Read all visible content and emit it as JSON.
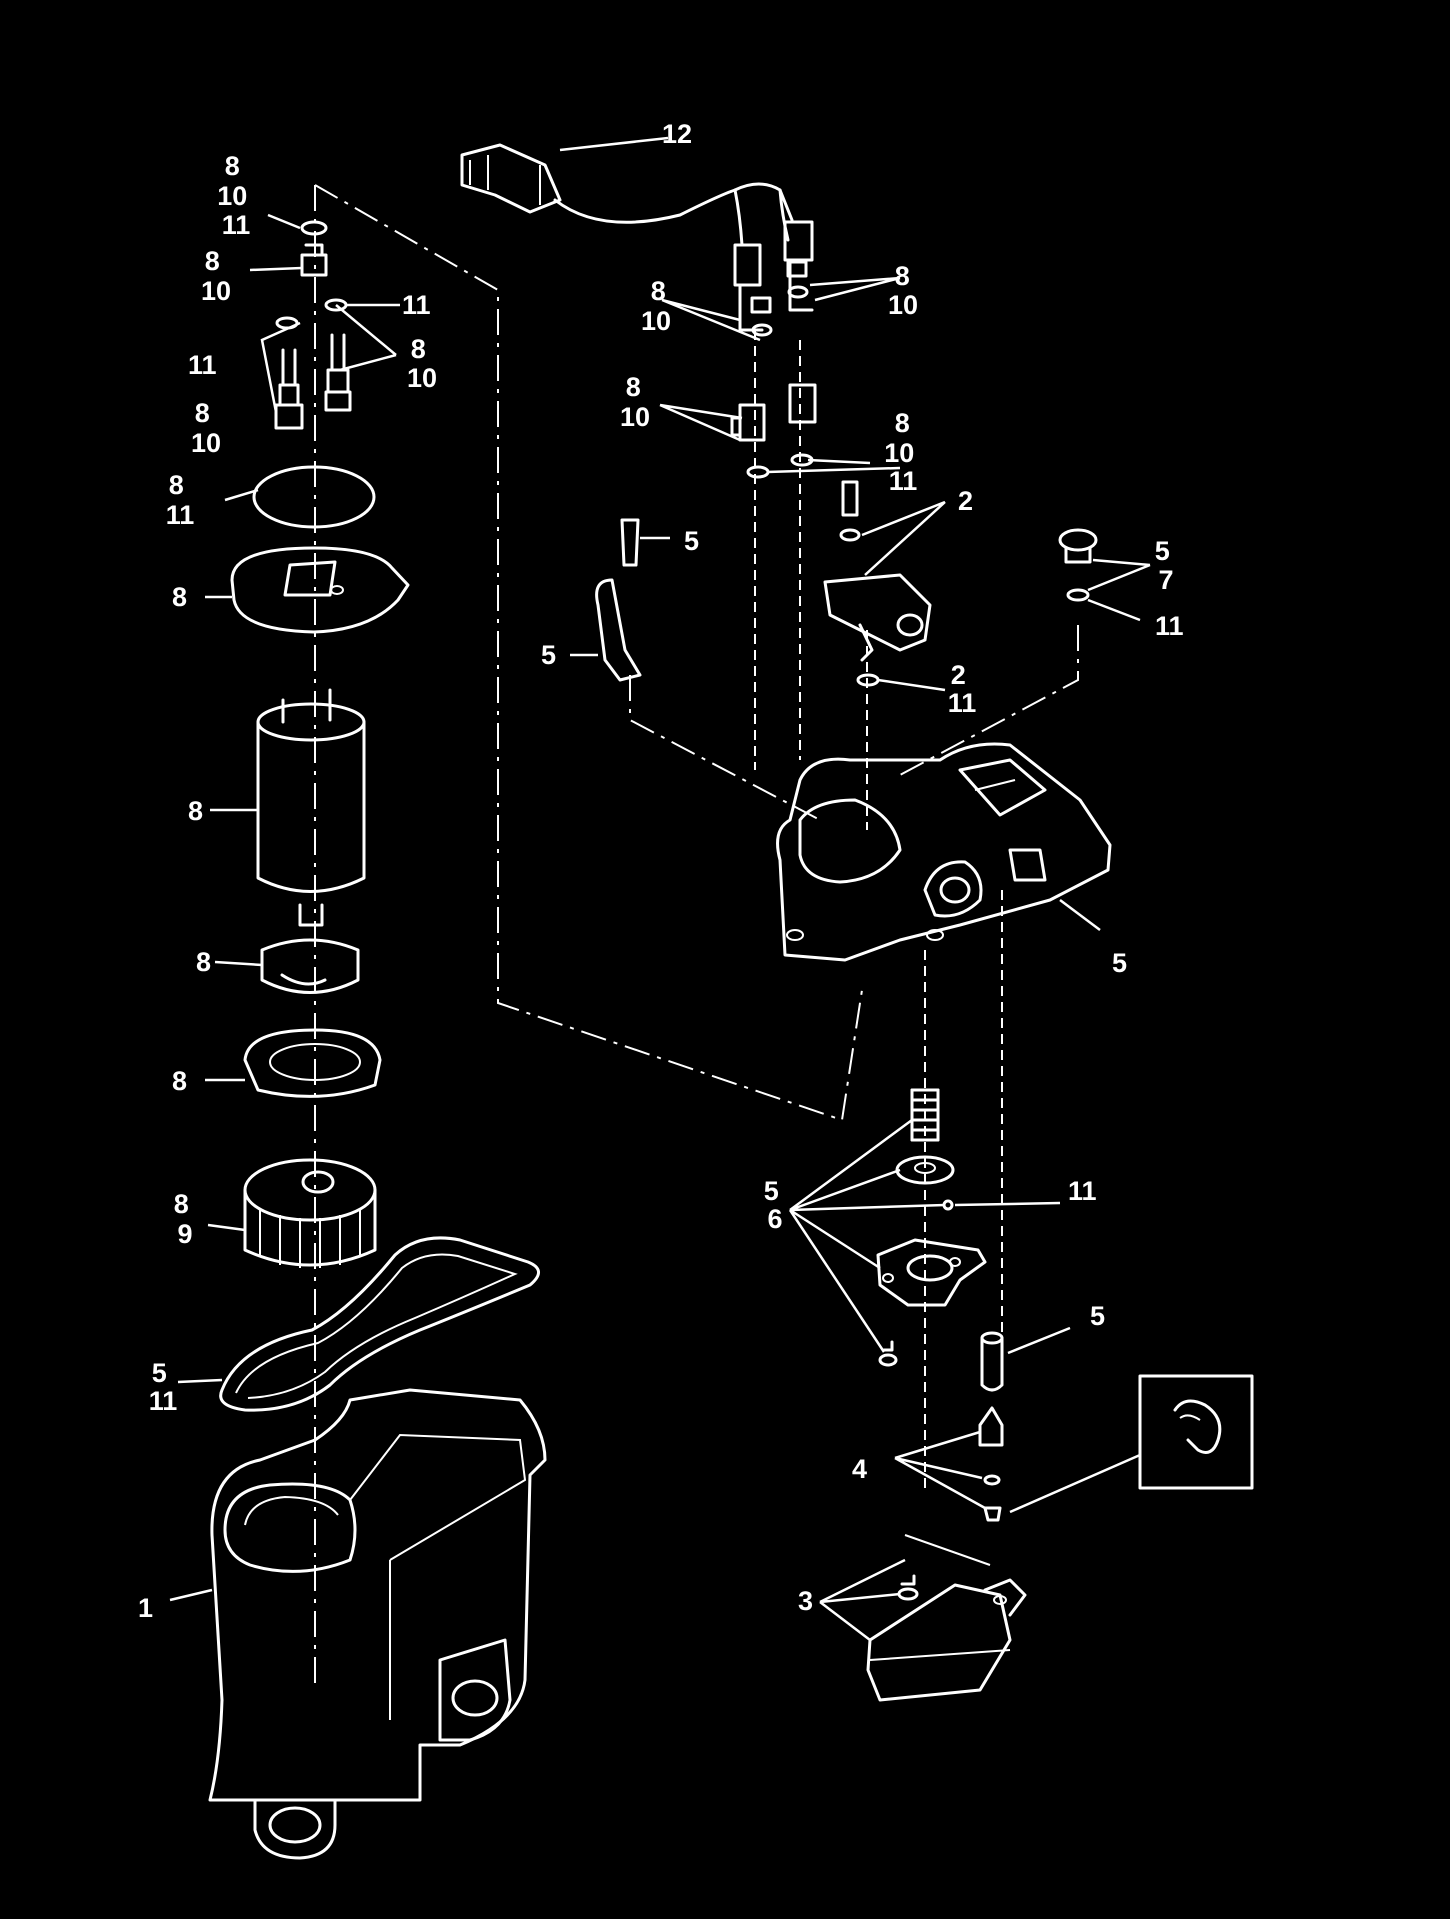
{
  "callouts": [
    {
      "id": "c-12",
      "text": "12"
    },
    {
      "id": "c-8-10-11-a",
      "lines": [
        "8",
        "10",
        "11"
      ]
    },
    {
      "id": "c-8-10-a",
      "lines": [
        "8",
        "10"
      ]
    },
    {
      "id": "c-11-a",
      "lines": [
        "11"
      ]
    },
    {
      "id": "c-11-b",
      "lines": [
        "11"
      ]
    },
    {
      "id": "c-8-10-b",
      "lines": [
        "8",
        "10"
      ]
    },
    {
      "id": "c-8-10-c",
      "lines": [
        "8",
        "10"
      ]
    },
    {
      "id": "c-8-11",
      "lines": [
        "8",
        "11"
      ]
    },
    {
      "id": "c-8-a",
      "lines": [
        "8"
      ]
    },
    {
      "id": "c-8-b",
      "lines": [
        "8"
      ]
    },
    {
      "id": "c-8-c",
      "lines": [
        "8"
      ]
    },
    {
      "id": "c-8-d",
      "lines": [
        "8"
      ]
    },
    {
      "id": "c-8-9",
      "lines": [
        "8",
        "9"
      ]
    },
    {
      "id": "c-5-11",
      "lines": [
        "5",
        "11"
      ]
    },
    {
      "id": "c-1",
      "lines": [
        "1"
      ]
    },
    {
      "id": "c-8-10-d",
      "lines": [
        "8",
        "10"
      ]
    },
    {
      "id": "c-8-10-e",
      "lines": [
        "8",
        "10"
      ]
    },
    {
      "id": "c-8-10-f",
      "lines": [
        "8",
        "10"
      ]
    },
    {
      "id": "c-8-10-11-b",
      "lines": [
        "8",
        "10",
        "11"
      ]
    },
    {
      "id": "c-2-a",
      "lines": [
        "2"
      ]
    },
    {
      "id": "c-5-a",
      "lines": [
        "5"
      ]
    },
    {
      "id": "c-5-7",
      "lines": [
        "5",
        "7"
      ]
    },
    {
      "id": "c-11-c",
      "lines": [
        "11"
      ]
    },
    {
      "id": "c-5-b",
      "lines": [
        "5"
      ]
    },
    {
      "id": "c-2-11",
      "lines": [
        "2",
        "11"
      ]
    },
    {
      "id": "c-5-c",
      "lines": [
        "5"
      ]
    },
    {
      "id": "c-5-6",
      "lines": [
        "5",
        "6"
      ]
    },
    {
      "id": "c-11-d",
      "lines": [
        "11"
      ]
    },
    {
      "id": "c-5-d",
      "lines": [
        "5"
      ]
    },
    {
      "id": "c-4",
      "lines": [
        "4"
      ]
    },
    {
      "id": "c-3",
      "lines": [
        "3"
      ]
    }
  ]
}
